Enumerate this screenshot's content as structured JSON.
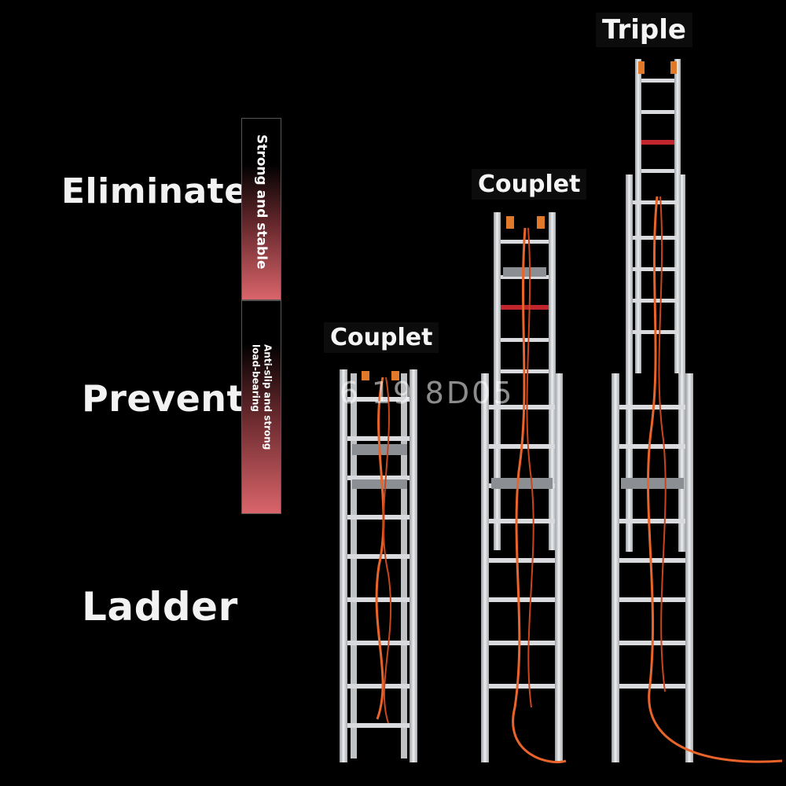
{
  "headlines": {
    "eliminate": "Eliminate",
    "prevent": "Prevent",
    "ladder": "Ladder"
  },
  "banners": {
    "top": "Strong and stable",
    "bottom_line1": "Anti-slip and strong",
    "bottom_line2": "load-bearing"
  },
  "tags": {
    "triple": "Triple",
    "couplet_tall": "Couplet",
    "couplet_short": "Couplet"
  },
  "watermark": "6  19  8D05",
  "colors": {
    "background": "#000000",
    "banner_accent": "#d9656b",
    "rope": "#e8642a",
    "rail": "#d8dadd",
    "lock": "#c0262c"
  }
}
